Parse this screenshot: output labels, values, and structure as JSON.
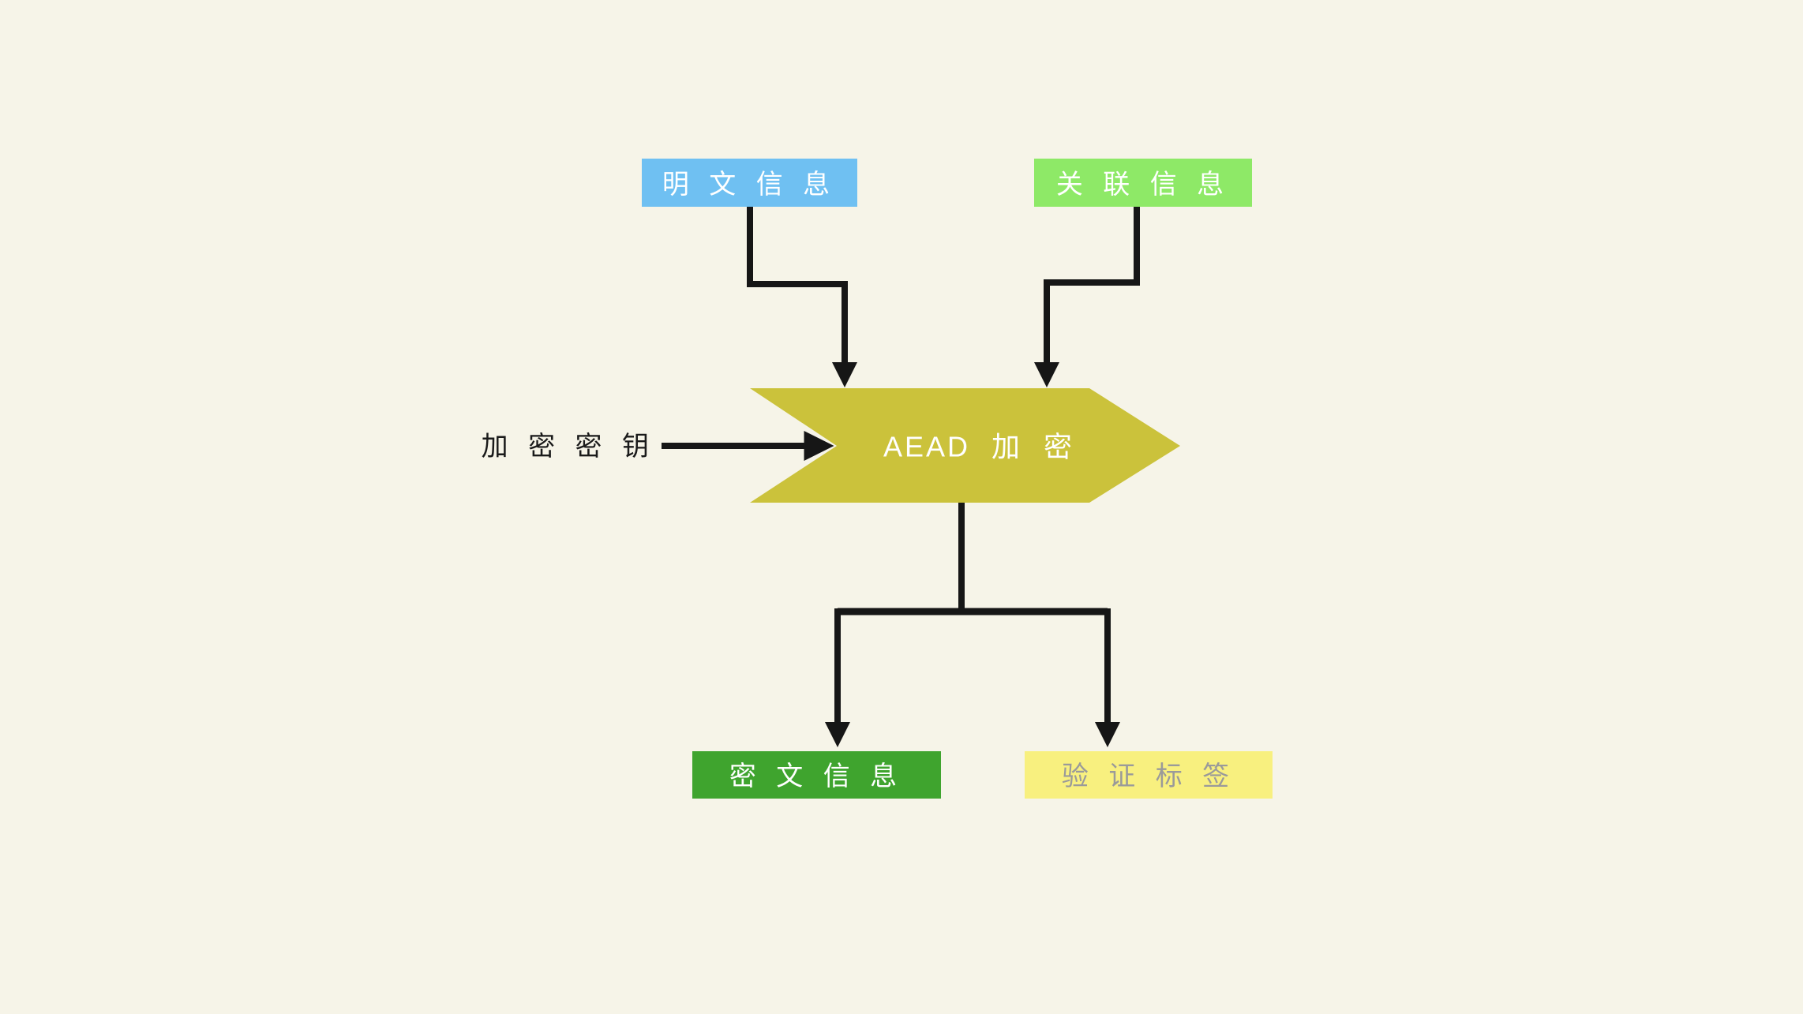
{
  "background_color": "#f6f4e8",
  "line_color": "#161616",
  "nodes": {
    "plaintext": {
      "label": "明 文 信 息",
      "bg": "#6fc0f2",
      "text_color": "#ffffff"
    },
    "associated": {
      "label": "关 联 信 息",
      "bg": "#8ee967",
      "text_color": "#ffffff"
    },
    "aead": {
      "label": "AEAD 加 密",
      "bg": "#cbc23b",
      "text_color": "#ffffff"
    },
    "key_label": {
      "label": "加 密 密 钥",
      "text_color": "#1a1a1a"
    },
    "ciphertext": {
      "label": "密 文 信 息",
      "bg": "#3fa42e",
      "text_color": "#ffffff"
    },
    "auth_tag": {
      "label": "验 证 标 签",
      "bg": "#f8f07f",
      "text_color": "#9a9a9a"
    }
  }
}
